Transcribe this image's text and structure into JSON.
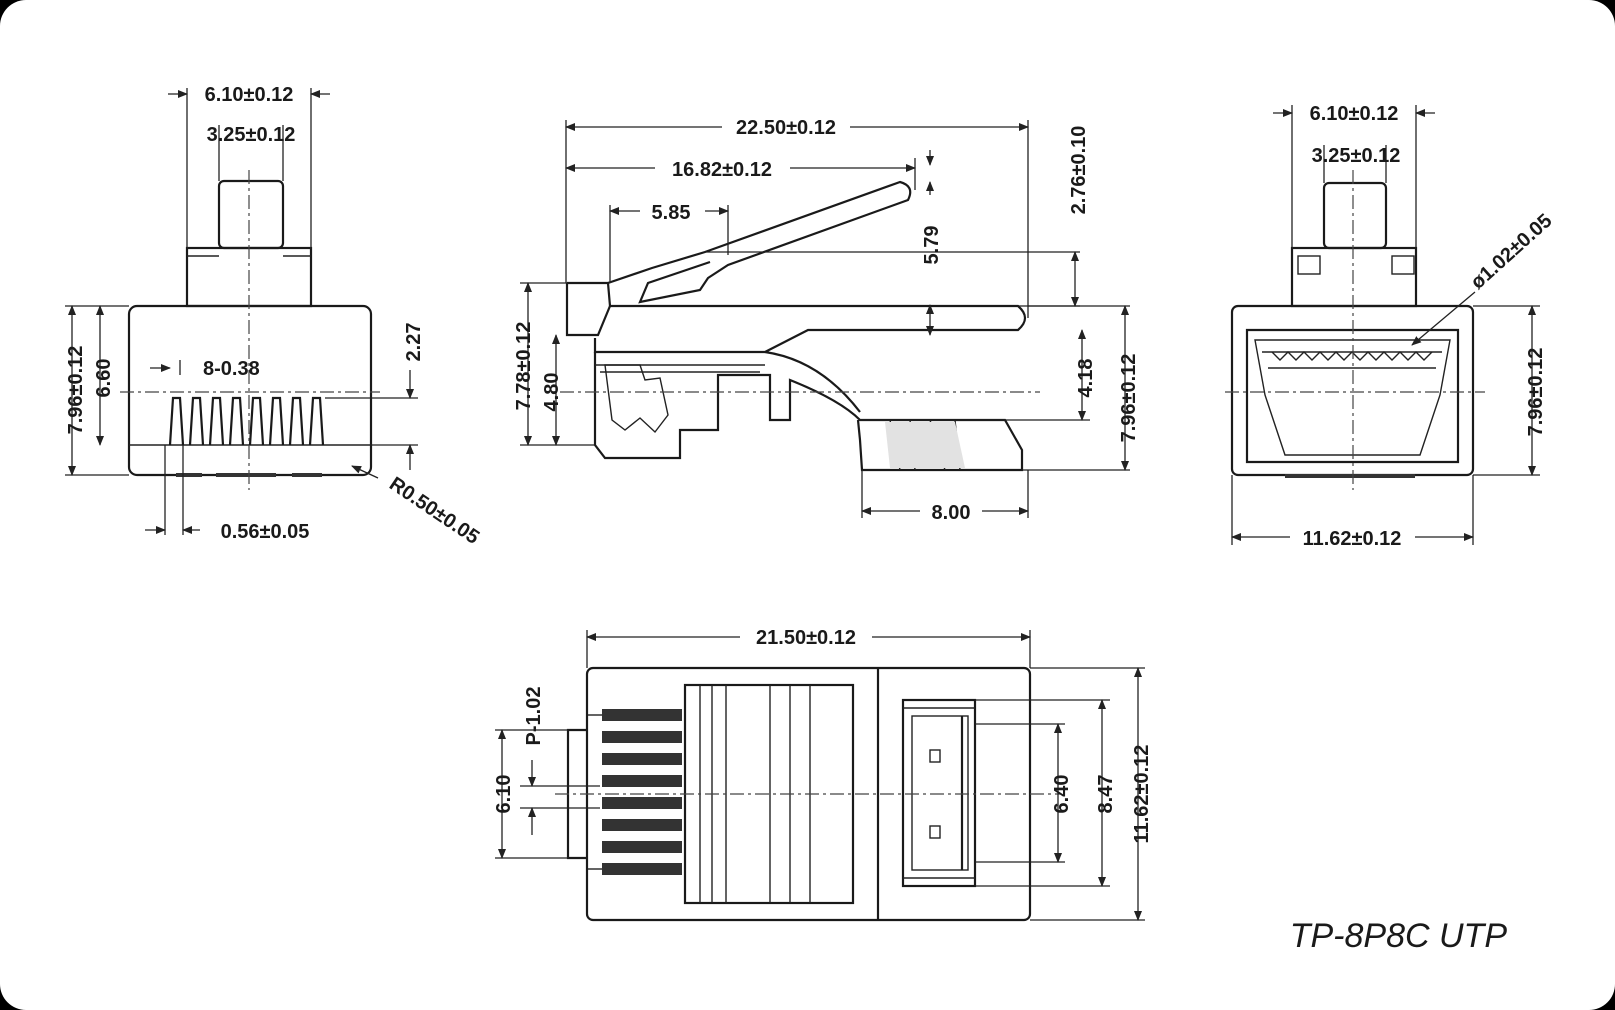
{
  "model_label": "TP-8P8C UTP",
  "views": {
    "front": {
      "dims": {
        "top_width": "6.10±0.12",
        "latch_width": "3.25±0.12",
        "height": "7.96±0.12",
        "body_height": "6.60",
        "contact_pitch": "8-0.38",
        "contact_depth": "2.27",
        "contact_width": "0.56±0.05",
        "corner_radius": "R0.50±0.05"
      }
    },
    "side": {
      "dims": {
        "overall_length": "22.50±0.12",
        "latch_length": "16.82±0.12",
        "latch_step": "5.85",
        "latch_rise": "2.76±0.10",
        "latch_height": "5.79",
        "front_height": "7.78±0.12",
        "nose_height": "4.80",
        "rear_offset": "4.18",
        "overall_height": "7.96±0.12",
        "strain_relief_length": "8.00"
      }
    },
    "rear": {
      "dims": {
        "top_width": "6.10±0.12",
        "latch_width": "3.25±0.12",
        "hole_diameter": "ø1.02±0.05",
        "height": "7.96±0.12",
        "width": "11.62±0.12"
      }
    },
    "top": {
      "dims": {
        "length": "21.50±0.12",
        "pitch": "P-1.02",
        "latch_width": "6.10",
        "opening_width": "6.40",
        "inner_width": "8.47",
        "width": "11.62±0.12"
      }
    }
  }
}
